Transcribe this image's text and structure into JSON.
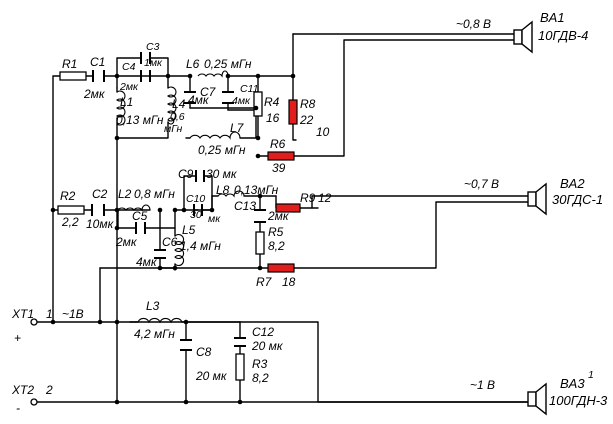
{
  "terminals": {
    "xt1": {
      "name": "XT1",
      "pin": "1",
      "sign": "+",
      "level": "~1В"
    },
    "xt2": {
      "name": "XT2",
      "pin": "2",
      "sign": "-"
    }
  },
  "speakers": {
    "ba1": {
      "name": "BA1",
      "model": "10ГДВ-4",
      "level": "~0,8 В"
    },
    "ba2": {
      "name": "BA2",
      "model": "30ГДС-1",
      "level": "~0,7 В"
    },
    "ba3": {
      "name": "BA3",
      "mark": "1",
      "model": "100ГДН-3",
      "level": "~1 В"
    }
  },
  "resistors": {
    "r1": {
      "name": "R1"
    },
    "r2": {
      "name": "R2",
      "value": "2,2"
    },
    "r3": {
      "name": "R3",
      "value": "8,2"
    },
    "r4": {
      "name": "R4",
      "value": "16"
    },
    "r5": {
      "name": "R5",
      "value": "8,2"
    },
    "r6": {
      "name": "R6",
      "value": "39"
    },
    "r7": {
      "name": "R7",
      "value": "18"
    },
    "r8": {
      "name": "R8",
      "value": "22",
      "tap": "10"
    },
    "r9": {
      "name": "R9",
      "tap": "12"
    }
  },
  "capacitors": {
    "c1": {
      "name": "C1",
      "value": "2мк"
    },
    "c2": {
      "name": "C2",
      "value": "10мк"
    },
    "c3": {
      "name": "C3",
      "value": "1мк"
    },
    "c4": {
      "name": "C4",
      "value": "2мк"
    },
    "c5": {
      "name": "C5",
      "value": "2мк"
    },
    "c6": {
      "name": "C6",
      "value": "4мк"
    },
    "c7": {
      "name": "C7",
      "value": "4мк"
    },
    "c8": {
      "name": "C8",
      "value": "20 мк"
    },
    "c9": {
      "name": "C9",
      "value": "30 мк"
    },
    "c10": {
      "name": "C10",
      "value": "30",
      "value2": "мк"
    },
    "c11": {
      "name": "C11",
      "value": "4мк"
    },
    "c12": {
      "name": "C12",
      "value": "20 мк"
    },
    "c13": {
      "name": "C13",
      "value": "2мк"
    }
  },
  "inductors": {
    "l1": {
      "name": "L1",
      "value": "0,13 мГн"
    },
    "l2": {
      "name": "L2",
      "value": "0,8 мГн"
    },
    "l3": {
      "name": "L3",
      "value": "4,2 мГн"
    },
    "l4": {
      "name": "L4",
      "value": "0,6",
      "value2": "мГн"
    },
    "l5": {
      "name": "L5",
      "value": "1,4 мГн"
    },
    "l6": {
      "name": "L6",
      "value": "0,25 мГн"
    },
    "l7": {
      "name": "L7",
      "value": "0,25 мГн"
    },
    "l8": {
      "name": "L8",
      "value": "0,13мГн"
    }
  },
  "colors": {
    "wire": "#000000",
    "highlight": "#e01e1e",
    "background": "#ffffff"
  }
}
